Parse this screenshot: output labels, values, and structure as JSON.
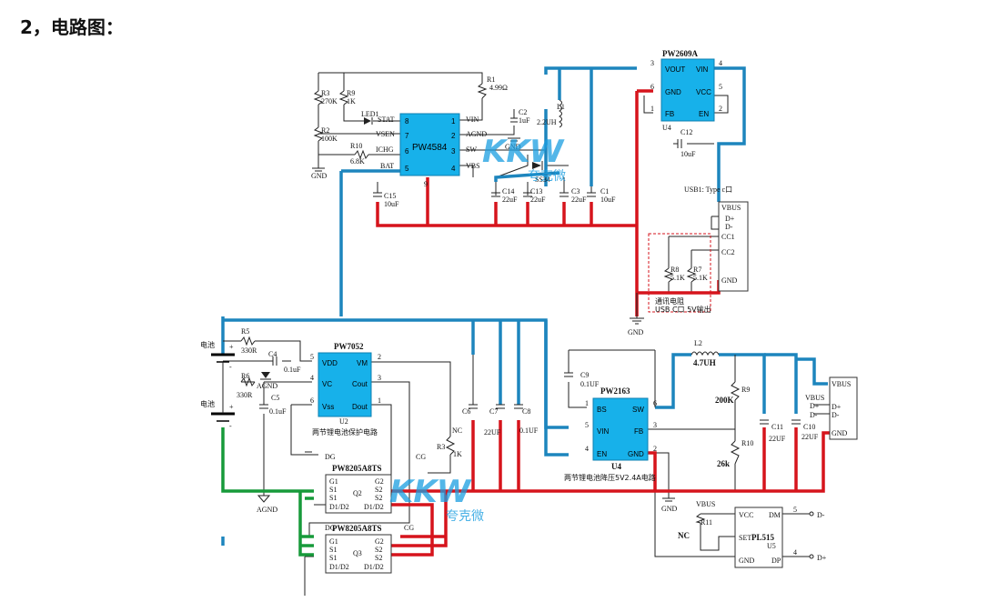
{
  "title": "2，电路图：",
  "watermark": {
    "logo": "KKW",
    "text": "夸克微"
  },
  "chips": {
    "pw4584": {
      "name": "PW4584",
      "left_pins": [
        [
          "8",
          "STAT"
        ],
        [
          "7",
          "VSEN"
        ],
        [
          "6",
          "ICHG"
        ],
        [
          "5",
          "BAT"
        ]
      ],
      "right_pins": [
        [
          "1",
          "VIN"
        ],
        [
          "2",
          "AGND"
        ],
        [
          "3",
          "SW"
        ],
        [
          "4",
          "VBS"
        ]
      ],
      "ref": "9"
    },
    "pw2609a": {
      "name": "PW2609A",
      "ref": "U4",
      "pins": [
        [
          "3",
          "VOUT"
        ],
        [
          "6",
          "GND"
        ],
        [
          "1",
          "FB"
        ],
        [
          "4",
          "VIN"
        ],
        [
          "5",
          "VCC"
        ],
        [
          "2",
          "EN"
        ]
      ]
    },
    "pw7052": {
      "name": "PW7052",
      "ref": "U2",
      "desc": "两节锂电池保护电路",
      "pins": [
        [
          "5",
          "VDD"
        ],
        [
          "4",
          "VC"
        ],
        [
          "6",
          "Vss"
        ],
        [
          "2",
          "VM"
        ],
        [
          "3",
          "Cout"
        ],
        [
          "1",
          "Dout"
        ]
      ]
    },
    "pw2163": {
      "name": "PW2163",
      "ref": "U4",
      "desc": "两节锂电池降压5V2.4A电路",
      "pins": [
        [
          "1",
          "BS"
        ],
        [
          "5",
          "VIN"
        ],
        [
          "4",
          "EN"
        ],
        [
          "6",
          "SW"
        ],
        [
          "3",
          "FB"
        ],
        [
          "2",
          "GND"
        ]
      ]
    },
    "pw8205_q2": {
      "name": "PW8205A8TS",
      "ref": "Q2",
      "pins_l": [
        "G1",
        "S1",
        "S1",
        "D1/D2"
      ],
      "pins_r": [
        "G2",
        "S2",
        "S2",
        "D1/D2"
      ]
    },
    "pw8205_q3": {
      "name": "PW8205A8TS",
      "ref": "Q3",
      "pins_l": [
        "G1",
        "S1",
        "S1",
        "D1/D2"
      ],
      "pins_r": [
        "G2",
        "S2",
        "S2",
        "D1/D2"
      ]
    },
    "pl515": {
      "name": "PL515",
      "ref": "U5",
      "pins": [
        [
          "VCC",
          "DM",
          "5"
        ],
        [
          "SET",
          "",
          " "
        ],
        [
          "GND",
          "DP",
          "4"
        ]
      ]
    }
  },
  "components": {
    "R1": "R1",
    "R1v": "4.99Ω",
    "R2": "R2",
    "R2v": "100K",
    "R3": "R3",
    "R3v": "270K",
    "R9a": "R9",
    "R9av": "1K",
    "R10a": "R10",
    "R10av": "6.8K",
    "LED1": "LED1",
    "C2": "C2",
    "C2v": "1uF",
    "L1": "L1",
    "L1v": "2.2UH",
    "SS34": "SS34",
    "C14": "C14",
    "C14v": "22uF",
    "C13": "C13",
    "C13v": "22uF",
    "C3": "C3",
    "C3v": "22uF",
    "C1": "C1",
    "C1v": "10uF",
    "C15": "C15",
    "C15v": "10uF",
    "C12": "C12",
    "C12v": "10uF",
    "R8": "R8",
    "R8v": "5.1K",
    "R7": "R7",
    "R7v": "5.1K",
    "usb1": "USB1: Type c口",
    "usb_pins": [
      "VBUS",
      "D+",
      "D-",
      "CC1",
      "CC2",
      "GND"
    ],
    "usb_note1": "通讯电阻",
    "usb_note2": "USB C口 5V输出",
    "R5": "R5",
    "R5v": "330R",
    "R6": "R6",
    "R6v": "330R",
    "C4": "C4",
    "C4v": "0.1uF",
    "C5": "C5",
    "C5v": "0.1uF",
    "batt": "电池",
    "batt2": "电池",
    "C6": "C6",
    "C7": "C7",
    "C7v": "22UF",
    "C8": "C8",
    "C8v": "0.1UF",
    "NC": "NC",
    "R3b": "R3",
    "R3bv": "1K",
    "DG": "DG",
    "CG": "CG",
    "C9": "C9",
    "C9v": "0.1UF",
    "L2": "L2",
    "L2v": "4.7UH",
    "R9b": "R9",
    "R9bv": "200K",
    "R10b": "R10",
    "R10bv": "26k",
    "C11": "C11",
    "C11v": "22UF",
    "C10": "C10",
    "C10v": "22UF",
    "vbus_conn": [
      "VBUS",
      "D+",
      "D-",
      "GND"
    ],
    "VBUS": "VBUS",
    "R11": "R11",
    "NC2": "NC",
    "Dm": "D-",
    "Dp": "D+",
    "GND": "GND",
    "AGND": "AGND",
    "plus": "+",
    "minus": "-"
  }
}
